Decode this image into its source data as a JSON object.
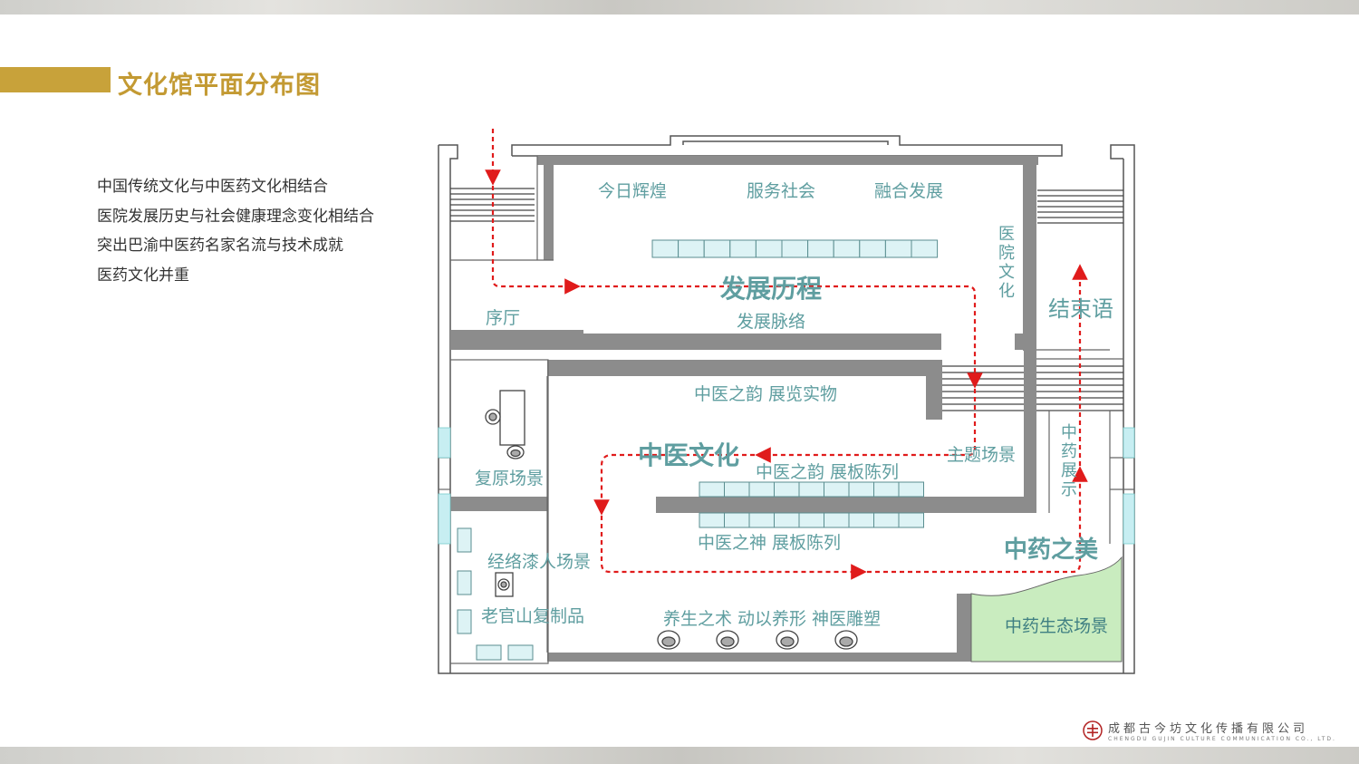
{
  "header": {
    "title": "文化馆平面分布图"
  },
  "description": [
    "中国传统文化与中医药文化相结合",
    "医院发展历史与社会健康理念变化相结合",
    "突出巴渝中医药名家名流与技术成就",
    "医药文化并重"
  ],
  "plan": {
    "labels": {
      "today": "今日辉煌",
      "service": "服务社会",
      "fusion": "融合发展",
      "hospital_culture": [
        "医",
        "院",
        "文",
        "化"
      ],
      "development": "发展历程",
      "lobby": "序厅",
      "context": "发展脉络",
      "ending": "结束语",
      "charm_objects": "中医之韵 展览实物",
      "tcm_culture": "中医文化",
      "theme_scene": "主题场景",
      "charm_boards": "中医之韵  展板陈列",
      "spirit_boards": "中医之神 展板陈列",
      "restore_scene": "复原场景",
      "meridian_scene": "经络漆人场景",
      "replica": "老官山复制品",
      "health_sculpture": "养生之术 动以养形 神医雕塑",
      "herb_display": [
        "中",
        "药",
        "展",
        "示"
      ],
      "herb_beauty": "中药之美",
      "herb_eco": "中药生态场景"
    },
    "colors": {
      "wall": "#8c8c8c",
      "route": "#e01b1b",
      "label": "#5f9ea0",
      "case": "#ddf3f5",
      "eco": "#c9ecbf"
    }
  },
  "company": {
    "name": "成都古今坊文化传播有限公司",
    "english": "CHENGDU GUJIN CULTURE COMMUNICATION CO., LTD."
  }
}
